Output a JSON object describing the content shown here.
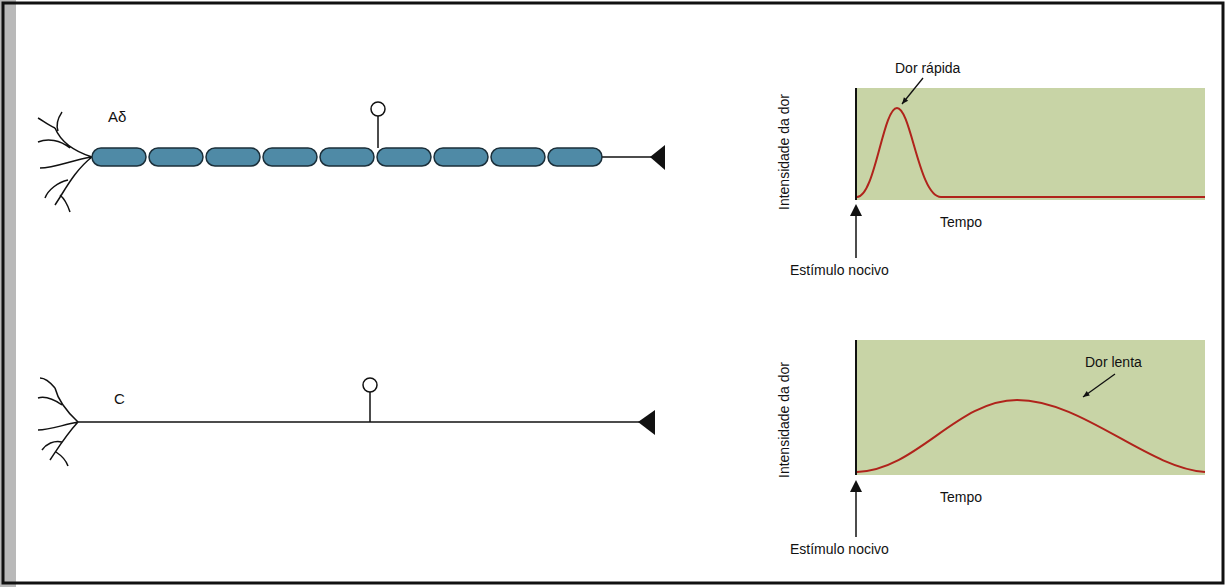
{
  "diagram": {
    "nodes": [
      {
        "text": [
          "Dor rápida"
        ]
      },
      {
        "text": [
          "Dor lenta"
        ]
      }
    ],
    "labels": [
      "Aδ",
      "Intensidade da dor",
      "Tempo",
      "Estímulo nocivo",
      "C",
      "Intensidade da dor",
      "Tempo",
      "Estímulo nocivo"
    ]
  }
}
